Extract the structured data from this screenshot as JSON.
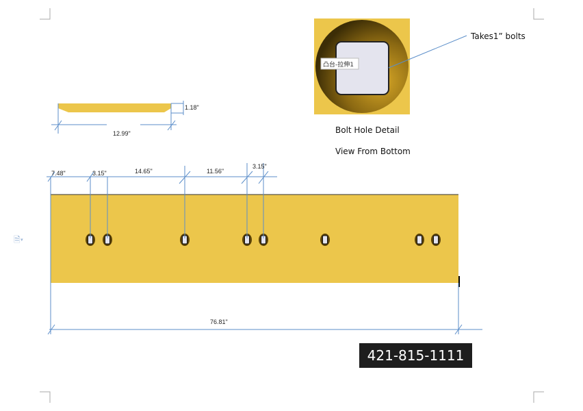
{
  "side_view": {
    "height_label": "1.18\"",
    "length_label": "12.99\""
  },
  "bolt_detail": {
    "tooltip": "凸台-拉伸1",
    "callout": "Takes1”  bolts",
    "caption1": "Bolt Hole Detail",
    "caption2": "View From Bottom"
  },
  "top_view": {
    "dims": [
      "7.48\"",
      "3.15\"",
      "14.65\"",
      "11.56\"",
      "3.15\""
    ],
    "overall": "76.81\""
  },
  "part_number": "421-815-1111",
  "colors": {
    "blade": "#ecc64b",
    "dim_line": "#5b8ec9"
  }
}
